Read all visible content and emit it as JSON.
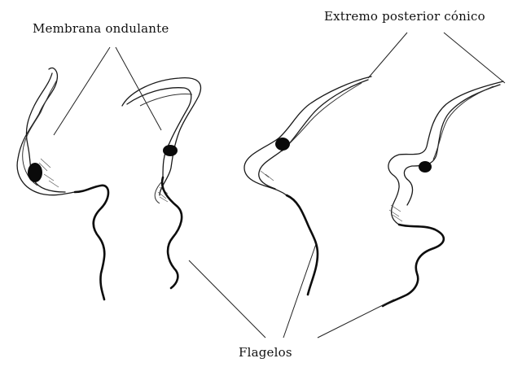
{
  "labels": {
    "membrana": "Membrana ondulante",
    "extremo": "Extremo posterior cónico",
    "flagelos": "Flagelos"
  },
  "organisms": [
    {
      "name": "trypanosome-1"
    },
    {
      "name": "trypanosome-2"
    },
    {
      "name": "trypanosome-3"
    },
    {
      "name": "trypanosome-4"
    }
  ],
  "colors": {
    "ink": "#0d0d0d",
    "background": "#ffffff"
  }
}
